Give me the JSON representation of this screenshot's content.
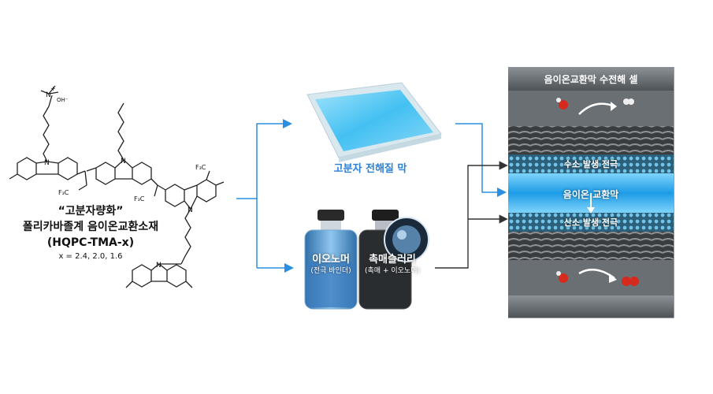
{
  "molecule": {
    "quote_title": "“고분자량화”",
    "name_ko": "폴리카바졸계 음이온교환소재",
    "name_en": "(HQPC-TMA-x)",
    "x_values": "x = 2.4, 2.0, 1.6",
    "atoms": {
      "ammonium": "N",
      "charge": "+",
      "counter_ion": "OH⁻",
      "carbazole_n": "N",
      "cf3": "F₃C"
    }
  },
  "membrane": {
    "label": "고분자 전해질 막"
  },
  "ionomer": {
    "label": "이오노머",
    "sublabel": "(전극 바인더)"
  },
  "slurry": {
    "label": "촉매슬러리",
    "sublabel": "(촉매 + 이오노머)"
  },
  "cell": {
    "title": "음이온교환막 수전해 셀",
    "hydrogen_electrode": "수소 발생 전극",
    "membrane": "음이온 교환막",
    "oxygen_electrode": "산소 발생 전극"
  },
  "colors": {
    "arrow_blue": "#2a8fe0",
    "label_blue": "#2a7fd6",
    "membrane_cyan": "#35b6f0",
    "cell_gray": "#5f6468",
    "oxygen_red": "#d62a1e"
  },
  "icons": [
    "arrow-icon",
    "molecule-icon",
    "vial-icon",
    "bubble-icon"
  ]
}
